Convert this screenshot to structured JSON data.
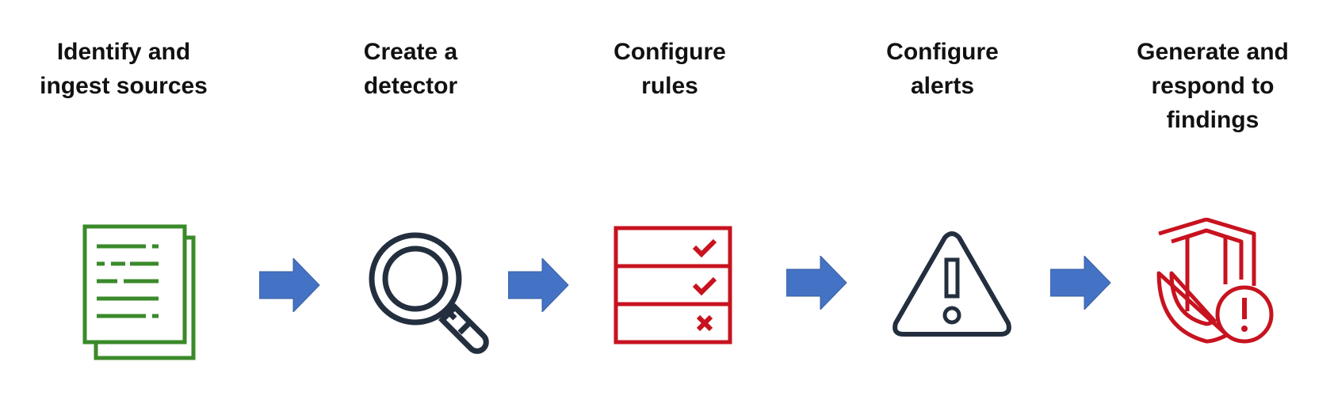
{
  "steps": [
    {
      "title_lines": [
        "Identify and",
        "ingest sources"
      ],
      "icon": "document-icon",
      "color": "#3a8a2a"
    },
    {
      "title_lines": [
        "Create a",
        "detector"
      ],
      "icon": "magnifier-icon",
      "color": "#232f3e"
    },
    {
      "title_lines": [
        "Configure",
        "rules"
      ],
      "icon": "rules-checklist-icon",
      "color": "#c7131f"
    },
    {
      "title_lines": [
        "Configure",
        "alerts"
      ],
      "icon": "warning-icon",
      "color": "#232f3e"
    },
    {
      "title_lines": [
        "Generate and",
        "respond to",
        "findings"
      ],
      "icon": "shield-alert-icon",
      "color": "#c7131f"
    }
  ],
  "arrow_color": "#4472c4"
}
